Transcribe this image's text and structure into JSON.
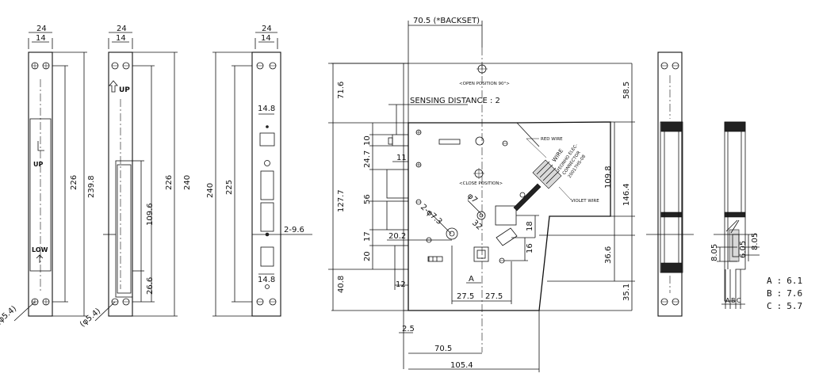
{
  "views": {
    "strike1": {
      "top_outer": "24",
      "top_inner": "14",
      "h1": "226",
      "h2": "239.8",
      "up_label": "UP",
      "low_label": "LOW",
      "hole": "(φ5.4)"
    },
    "strike2": {
      "top_outer": "24",
      "top_inner": "14",
      "up_label": "UP",
      "h_main": "226",
      "h_total": "240",
      "h_slot": "109.6",
      "h_bottom": "26.6",
      "hole": "(φ5.4)"
    },
    "faceplate": {
      "top_outer": "24",
      "top_inner": "14",
      "w_top": "14.8",
      "w_bottom": "14.8",
      "h_total": "240",
      "h_inner": "225",
      "side": "2-9.6"
    },
    "main": {
      "backset": "70.5 (*BACKSET)",
      "open_position": "<OPEN POSITION 90°>",
      "sensing": "SENSING DISTANCE : 2",
      "red_wire": "RED WIRE",
      "wire": "WIRE",
      "connector_l1": "YEONHO ELEC-",
      "connector_l2": "CONNECTOR",
      "connector_l3": "20017HS-08",
      "close_position": "<CLOSE POSITION>",
      "violet_wire": "VIOLET WIRE",
      "d71": "71.6",
      "d1277": "127.7",
      "d408": "40.8",
      "d10": "10",
      "d247": "24.7",
      "d11": "11",
      "d56": "56",
      "d17": "17",
      "d202": "20.2",
      "d20": "20",
      "d12": "12",
      "d25": "2.5",
      "d705b": "70.5",
      "d1054": "105.4",
      "d275a": "27.5",
      "d275b": "27.5",
      "dA": "A",
      "d2phi": "2-φ7.3",
      "dphi7": "φ7",
      "d32": "32",
      "d18": "18",
      "d16": "16",
      "d585": "58.5",
      "d1098": "109.8",
      "d1464": "146.4",
      "d366": "36.6",
      "d351": "35.1"
    },
    "side": {
      "d805a": "8.05",
      "d605": "6.05",
      "d805b": "8.05",
      "labA": "A",
      "labB": "B",
      "labC": "C"
    }
  },
  "legend": [
    {
      "key": "A",
      "sep": ":",
      "val": "6.1"
    },
    {
      "key": "B",
      "sep": ":",
      "val": "7.6"
    },
    {
      "key": "C",
      "sep": ":",
      "val": "5.7"
    }
  ]
}
